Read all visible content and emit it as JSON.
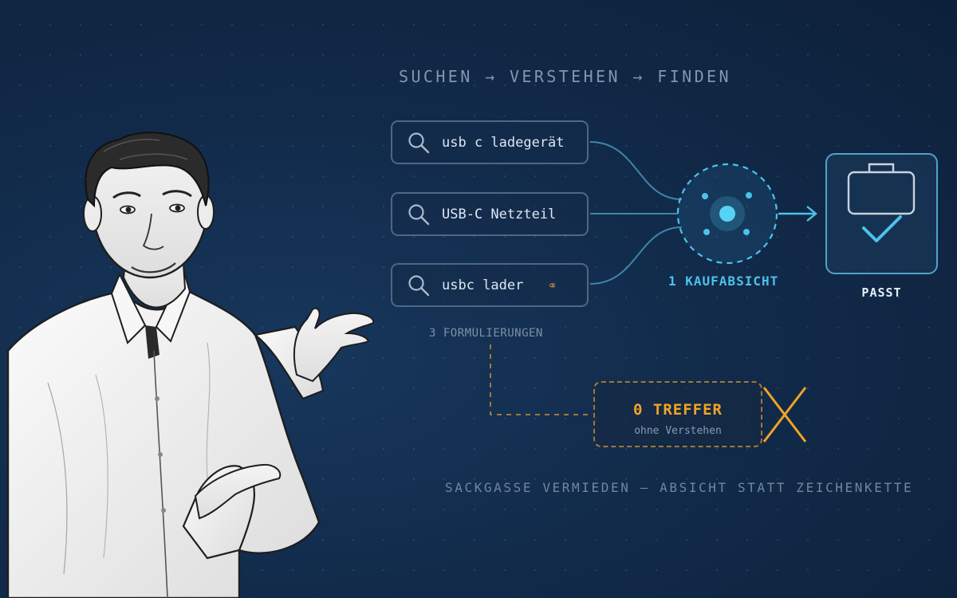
{
  "heading": "SUCHEN → VERSTEHEN → FINDEN",
  "queries": [
    {
      "text": "usb c ladegerät",
      "icon": "search-icon"
    },
    {
      "text": "USB-C Netzteil",
      "icon": "search-icon"
    },
    {
      "text": "usbc lader",
      "icon": "search-icon",
      "trailing_icon": "⌫"
    }
  ],
  "queries_note": "3 FORMULIERUNGEN",
  "intent_label": "1 KAUFABSICHT",
  "result_label": "PASST",
  "failure": {
    "title": "0 TREFFER",
    "subtitle": "ohne Verstehen"
  },
  "footer": "SACKGASSE VERMIEDEN — ABSICHT STATT ZEICHENKETTE",
  "colors": {
    "background": "#122b4b",
    "accent_cyan": "#4cc2ea",
    "accent_orange": "#f0a326",
    "box_border": "#4d6784"
  }
}
